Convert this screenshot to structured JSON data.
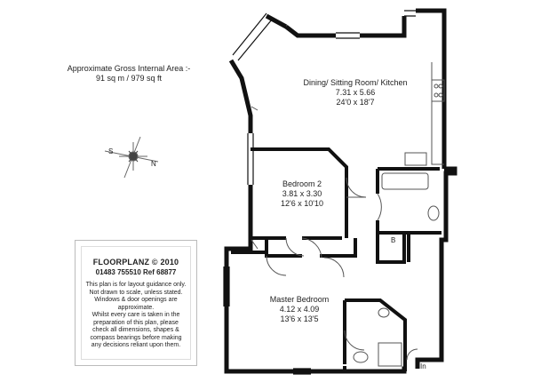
{
  "area": {
    "line1": "Approximate Gross Internal Area :-",
    "line2": "91 sq m / 979 sq ft"
  },
  "rooms": [
    {
      "name": "Dining/ Sitting Room/ Kitchen",
      "metric": "7.31 x 5.66",
      "imperial": "24'0 x 18'7"
    },
    {
      "name": "Bedroom 2",
      "metric": "3.81 x 3.30",
      "imperial": "12'6 x 10'10"
    },
    {
      "name": "Master Bedroom",
      "metric": "4.12 x 4.09",
      "imperial": "13'6 x 13'5"
    }
  ],
  "labels": {
    "cupboard": "B",
    "entrance": "In"
  },
  "compass": {
    "south": "S",
    "north": "N"
  },
  "info": {
    "brand": "FLOORPLANZ © 2010",
    "contact": "01483 755510   Ref  68877",
    "disclaimer": [
      "This plan is for layout guidance only.",
      "Not drawn to scale, unless stated.",
      "Windows & door openings are",
      "approximate.",
      "Whilst every care is taken in the",
      "preparation of this plan, please",
      "check all dimensions, shapes &",
      "compass bearings before making",
      "any decisions reliant upon them."
    ]
  },
  "colors": {
    "wall": "#111111",
    "fixture": "#555555",
    "border": "#bbbbbb"
  }
}
